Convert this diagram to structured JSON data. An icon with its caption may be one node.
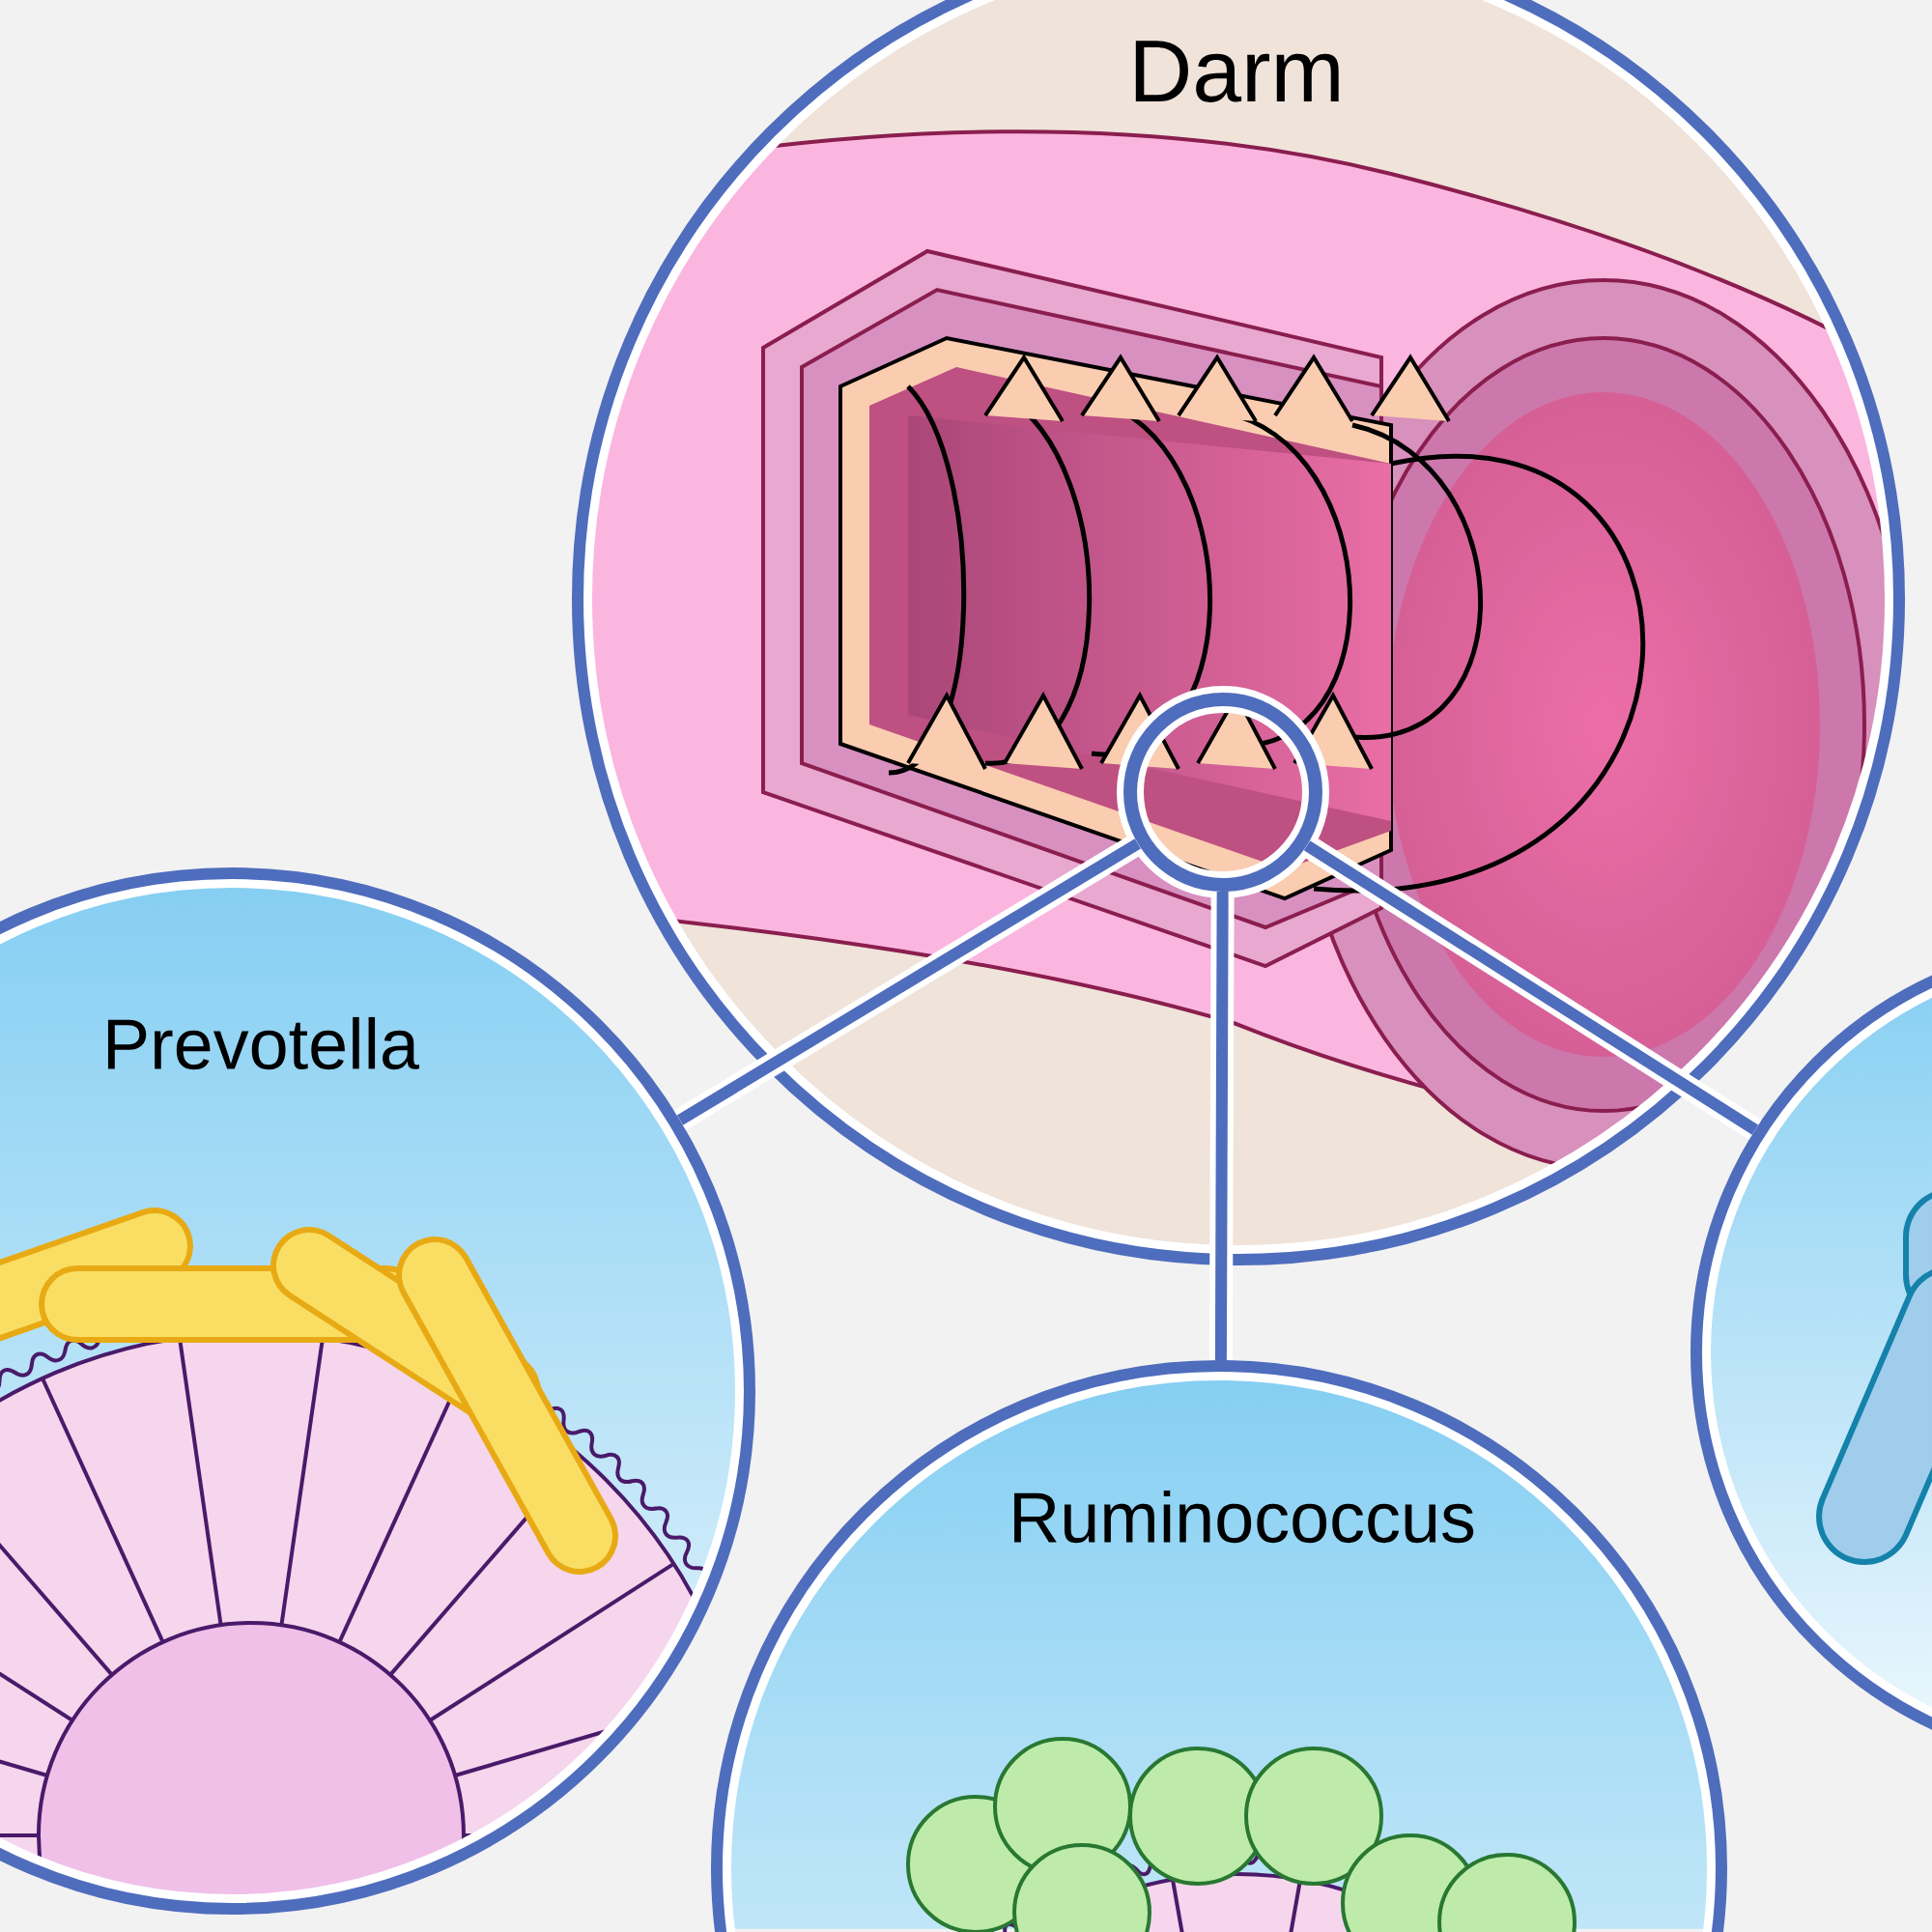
{
  "diagram": {
    "nodes": [
      {
        "text": [
          "Darm"
        ]
      },
      {
        "text": [],
        "shape": "circle",
        "in": 0
      },
      {
        "text": [
          "Prevotella"
        ]
      },
      {
        "text": [
          "Ruminococcus"
        ]
      },
      {
        "text": [],
        "shape": "circle"
      }
    ],
    "edges": [
      {
        "from": 1,
        "to": 2,
        "arrow": "none"
      },
      {
        "from": 1,
        "to": 3,
        "arrow": "none"
      },
      {
        "from": 1,
        "to": 4,
        "arrow": "none"
      }
    ]
  }
}
